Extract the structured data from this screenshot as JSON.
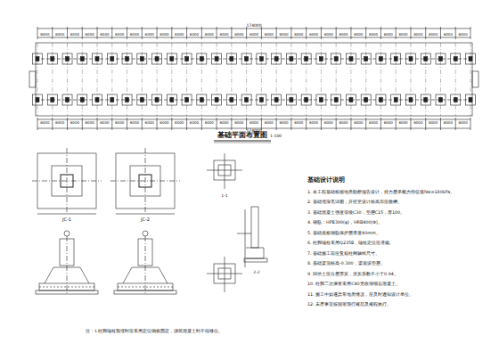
{
  "diagram": {
    "title": "基础平面布置图",
    "labels": [
      "1:100",
      "174000",
      "174000",
      "6000",
      "6000",
      "6000",
      "6000",
      "6000",
      "6000",
      "6000",
      "6000",
      "6000",
      "6000",
      "6000",
      "6000",
      "6000",
      "6000",
      "6000",
      "6000",
      "6000",
      "6000",
      "6000",
      "6000",
      "6000",
      "6000",
      "6000",
      "6000",
      "6000",
      "6000",
      "6000",
      "6000",
      "6000",
      "6000",
      "6000",
      "6000",
      "6000",
      "6000",
      "6000",
      "6000",
      "6000",
      "6000",
      "6000",
      "6000",
      "6000",
      "6000",
      "6000",
      "6000",
      "6000",
      "6000",
      "6000",
      "6000",
      "6000",
      "6000",
      "6000",
      "6000",
      "6000",
      "6000",
      "6000",
      "6000",
      "6000",
      "6000",
      "JC-1",
      "JC-2",
      "1-1",
      "2-2",
      "基础设计说明",
      "1. 本工程基础根据地质勘察报告设计，持力层承载力特征值fak=180kPa。",
      "2. 基础埋深见详图，开挖至设计标高后应验槽。",
      "3. 基础混凝土强度等级C30，垫层C15，厚100。",
      "4. 钢筋：HPB300(φ)，HRB400(Φ)。",
      "5. 基础底板钢筋保护层厚度40mm。",
      "6. 柱脚锚栓采用Q235B，锚栓定位应准确。",
      "7. 基础施工前应复核柱网轴线尺寸。",
      "8. 基础梁顶标高-0.300，梁底设垫层。",
      "9. 回填土应分层夯实，压实系数不小于0.94。",
      "10. 柱脚二次灌浆采用C40无收缩细石混凝土。",
      "11. 施工中如遇异常地质情况，应及时通知设计单位。",
      "12. 未尽事宜按国家现行规范及规程执行。",
      "注：1.柱脚锚栓预埋时应采用定位钢板固定，浇筑混凝土时不得移位。"
    ]
  }
}
